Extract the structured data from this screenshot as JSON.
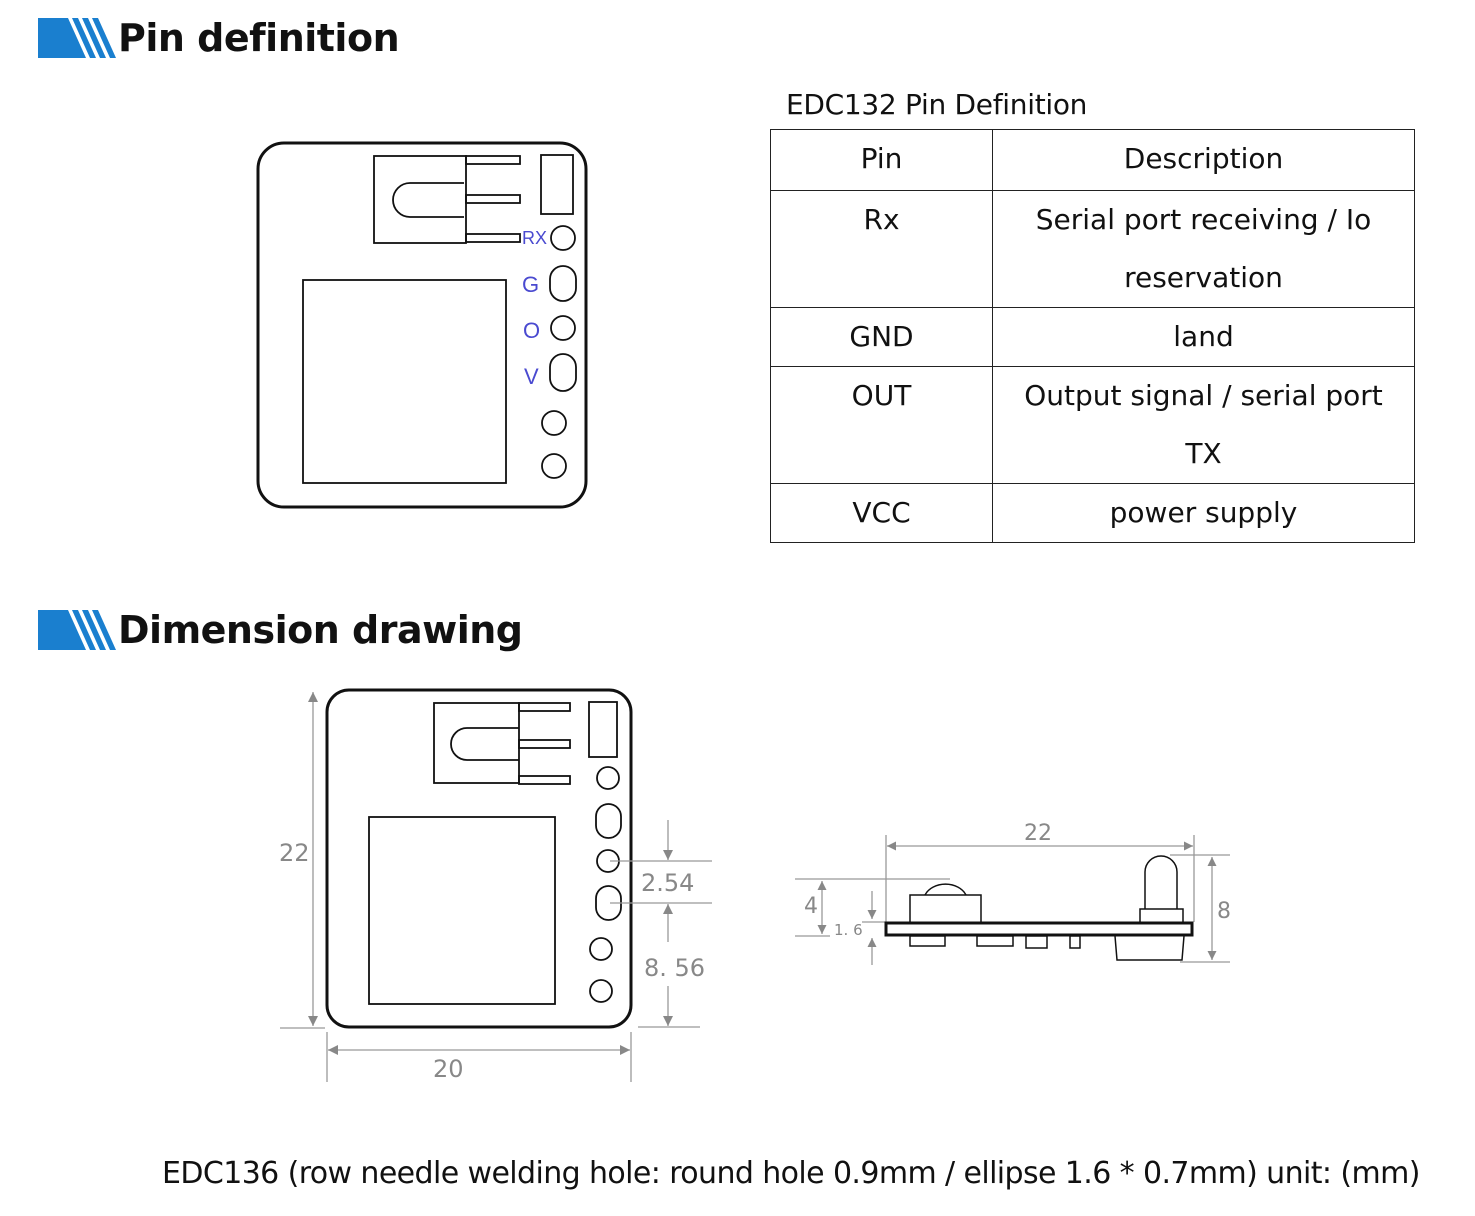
{
  "sections": {
    "pin_definition": {
      "title": "Pin definition"
    },
    "dimension_drawing": {
      "title": "Dimension drawing"
    }
  },
  "brand_color": "#1a7fcf",
  "pin_diagram": {
    "labels": [
      "RX",
      "G",
      "O",
      "V"
    ],
    "label_color": "#4a4ad0"
  },
  "pin_table": {
    "caption": "EDC132 Pin Definition",
    "headers": [
      "Pin",
      "Description"
    ],
    "rows": [
      {
        "pin": "Rx",
        "description_lines": [
          "Serial port receiving / Io",
          "reservation"
        ]
      },
      {
        "pin": "GND",
        "description_lines": [
          "land"
        ]
      },
      {
        "pin": "OUT",
        "description_lines": [
          "Output signal / serial port",
          "TX"
        ]
      },
      {
        "pin": "VCC",
        "description_lines": [
          "power supply"
        ]
      }
    ]
  },
  "dimension_drawing": {
    "top_view": {
      "height": "22",
      "width": "20",
      "pin_pitch": "2.54",
      "pin_offset": "8. 56"
    },
    "side_view": {
      "length": "22",
      "height": "8",
      "component_height": "4",
      "board_thickness": "1. 6"
    }
  },
  "footnote": "EDC136 (row needle welding hole: round hole 0.9mm / ellipse 1.6 * 0.7mm) unit: (mm)"
}
